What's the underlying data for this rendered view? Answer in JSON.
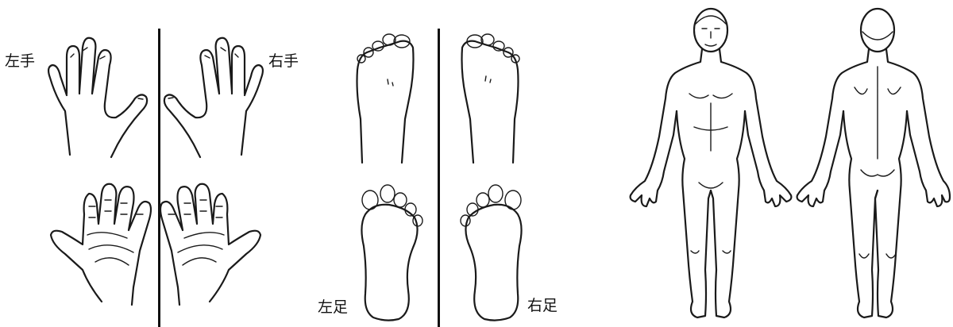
{
  "labels": {
    "left_hand": "左手",
    "right_hand": "右手",
    "left_foot": "左足",
    "right_foot": "右足"
  },
  "colors": {
    "ink": "#1a1a1a",
    "background": "#ffffff"
  },
  "icons": {
    "hands": [
      "left-hand-back-icon",
      "right-hand-back-icon",
      "left-palm-icon",
      "right-palm-icon"
    ],
    "feet": [
      "left-foot-top-icon",
      "right-foot-top-icon",
      "left-sole-icon",
      "right-sole-icon"
    ],
    "body": [
      "body-front-icon",
      "body-back-icon"
    ]
  }
}
